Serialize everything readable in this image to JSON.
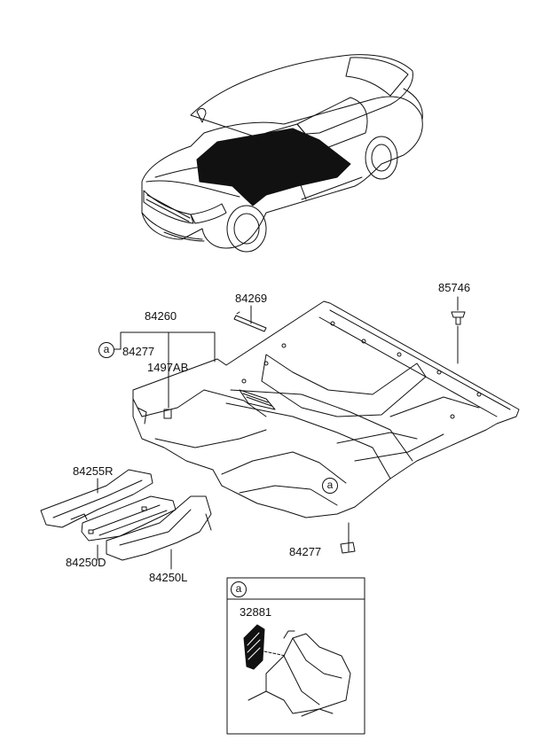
{
  "diagram": {
    "callouts": {
      "c84260": "84260",
      "c84269": "84269",
      "c85746": "85746",
      "c84277a": "84277",
      "c1497ab": "1497AB",
      "c84255r": "84255R",
      "c84250d": "84250D",
      "c84250l": "84250L",
      "c84277b": "84277",
      "c32881": "32881"
    },
    "markers": {
      "ref_a_1": "a",
      "ref_a_2": "a",
      "detail_a": "a"
    }
  },
  "colors": {
    "line": "#111111",
    "fill_dark": "#111111",
    "background": "#ffffff"
  }
}
